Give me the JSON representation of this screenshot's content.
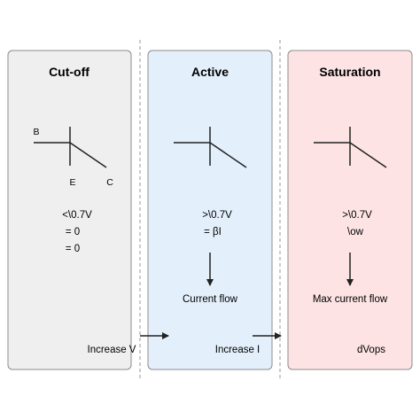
{
  "colors": {
    "cutoff_fill": "#efefef",
    "active_fill": "#e3effb",
    "saturation_fill": "#fde3e4",
    "panel_stroke": "#8c8c8c",
    "divider": "#9a9a9a",
    "line": "#222222"
  },
  "cutoff": {
    "title": "Cut-off",
    "terminal_b": "B",
    "terminal_e": "E",
    "terminal_c": "C",
    "cond1": "<\\0.7V",
    "cond2": "= 0",
    "cond3": "= 0"
  },
  "active": {
    "title": "Active",
    "cond1": ">\\0.7V",
    "cond2": "= βI",
    "result": "Current flow"
  },
  "saturation": {
    "title": "Saturation",
    "cond1": ">\\0.7V",
    "cond2": "\\ow",
    "result": "Max current flow"
  },
  "transitions": {
    "to_active": "Increase V",
    "to_saturation": "Increase I",
    "saturation_note": "dVops"
  }
}
